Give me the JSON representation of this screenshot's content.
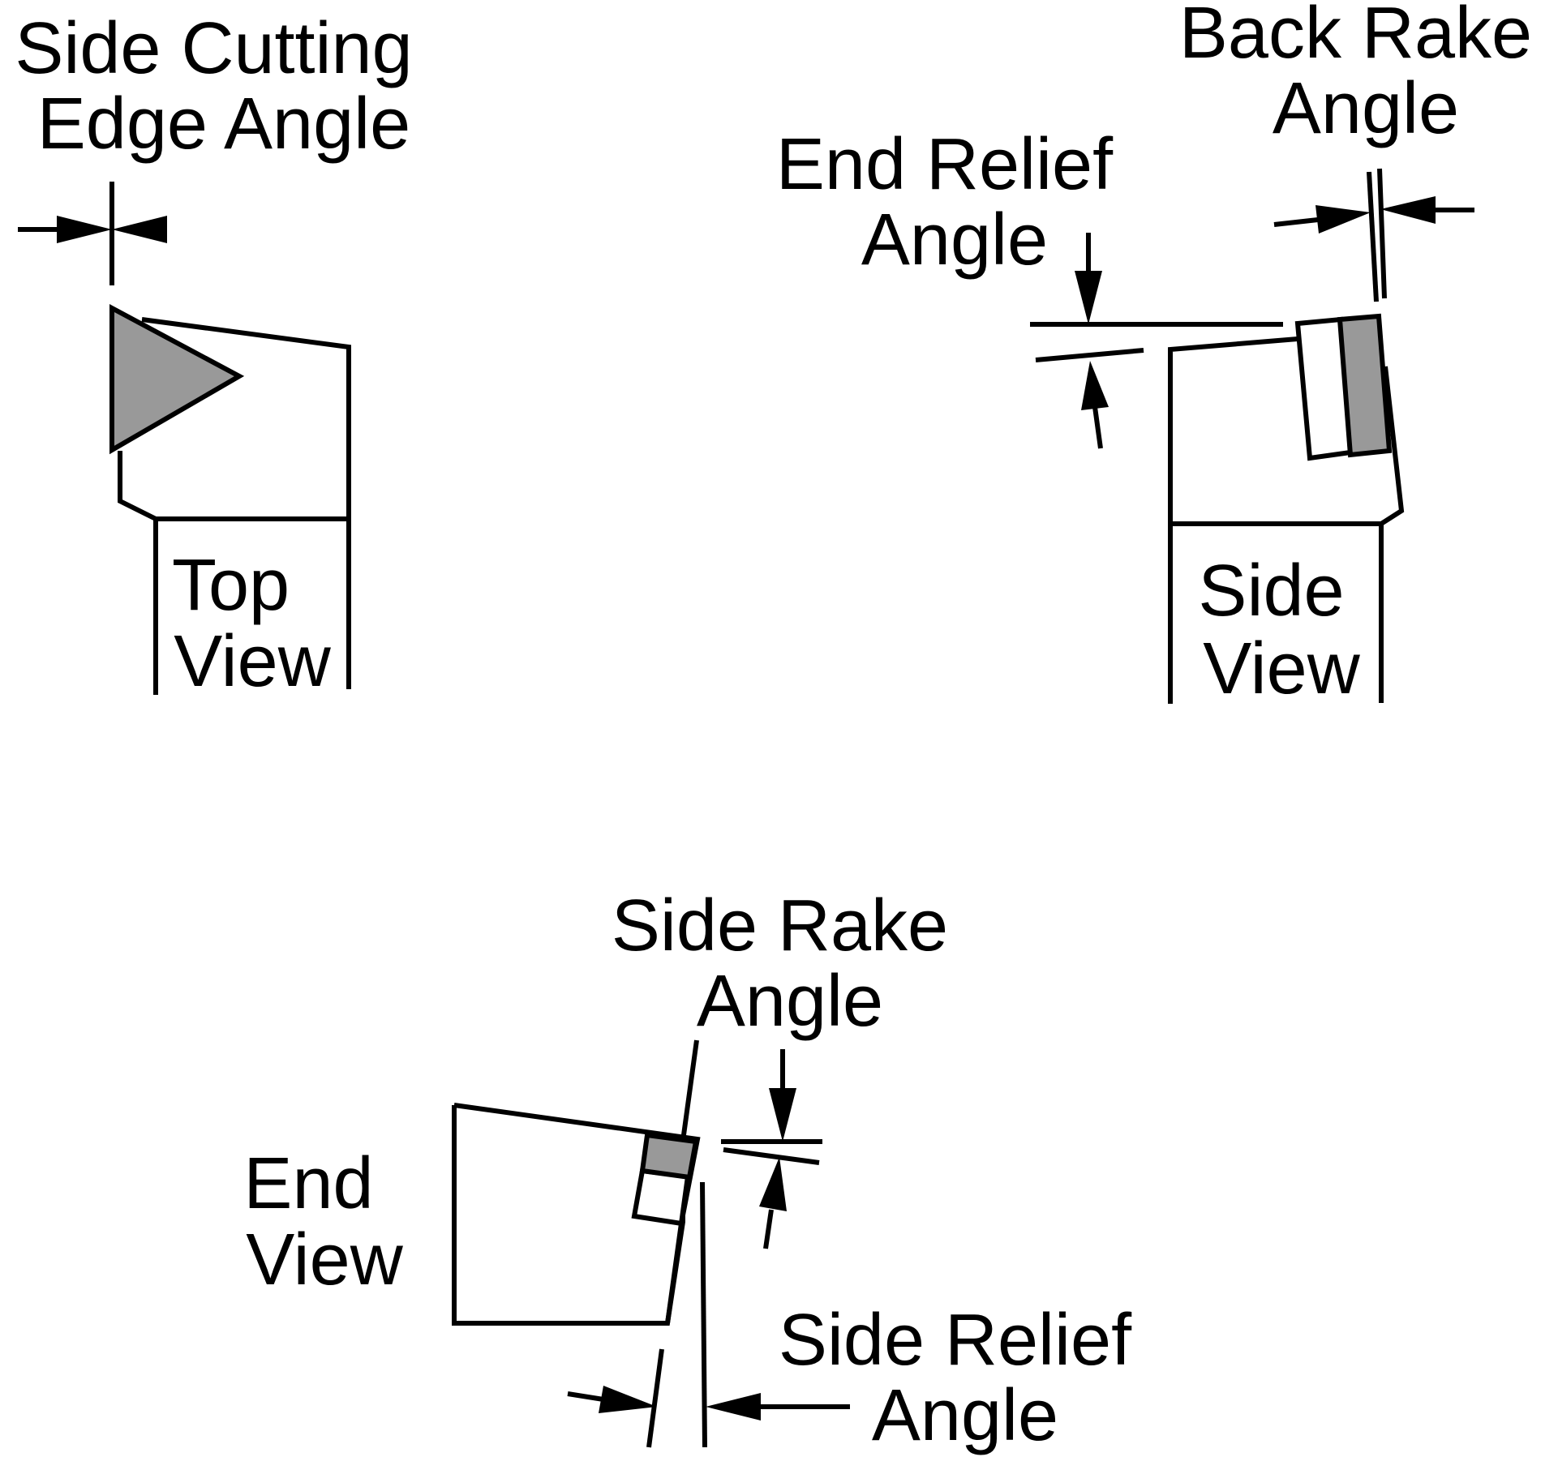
{
  "labels": {
    "side_cutting_edge_angle": [
      "Side Cutting",
      "Edge Angle"
    ],
    "back_rake_angle": [
      "Back Rake",
      "Angle"
    ],
    "end_relief_angle": [
      "End Relief",
      "Angle"
    ],
    "top_view": [
      "Top",
      "View"
    ],
    "side_view": [
      "Side",
      "View"
    ],
    "side_rake_angle": [
      "Side Rake",
      "Angle"
    ],
    "end_view": [
      "End",
      "View"
    ],
    "side_relief_angle": [
      "Side Relief",
      "Angle"
    ]
  },
  "colors": {
    "line": "#000000",
    "insert_fill": "#999999",
    "background": "#ffffff"
  }
}
